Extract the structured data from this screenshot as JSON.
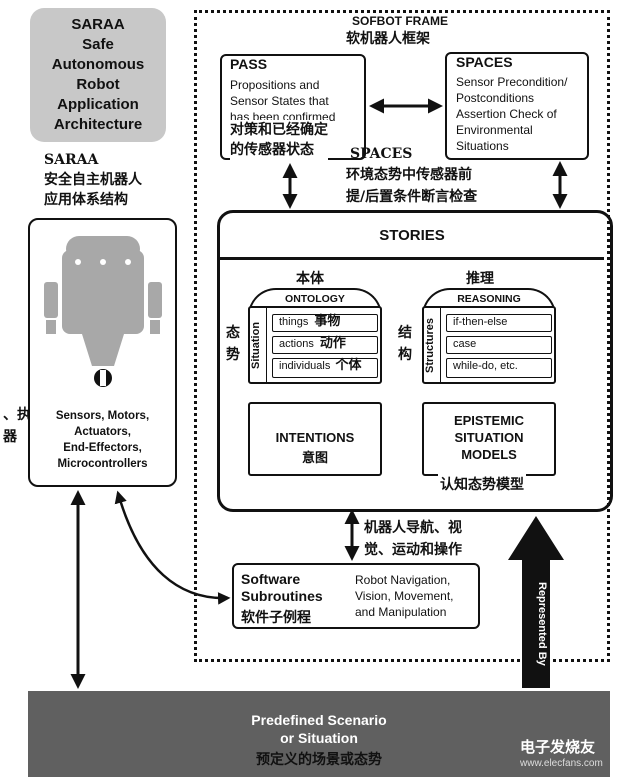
{
  "saraa": {
    "title_lines": [
      "SARAA",
      "Safe",
      "Autonomous",
      "Robot",
      "Application",
      "Architecture"
    ],
    "cn_lines": [
      "SARAA",
      "安全自主机器人",
      "应用体系结构"
    ]
  },
  "robot": {
    "label_lines": [
      "Sensors, Motors,",
      "Actuators,",
      "End-Effectors,",
      "Microcontrollers"
    ],
    "side_text_lines": [
      "、执",
      "器"
    ]
  },
  "sofbot": {
    "title": "SOFBOT FRAME",
    "title_cn": "软机器人框架"
  },
  "pass": {
    "title": "PASS",
    "desc_lines": [
      "Propositions and",
      "Sensor States that",
      "has been confirmed"
    ],
    "cn_lines": [
      "对策和已经确定",
      "的传感器状态"
    ]
  },
  "spaces": {
    "title": "SPACES",
    "desc_lines": [
      "Sensor Precondition/",
      "Postconditions",
      "Assertion Check of",
      "Environmental",
      "Situations"
    ],
    "cn_label": "SPACES",
    "cn_lines": [
      "环境态势中传感器前",
      "提/后置条件断言检查"
    ]
  },
  "stories": {
    "title": "STORIES",
    "ontology": {
      "cn_title": "本体",
      "header": "ONTOLOGY",
      "side_label": "Situation",
      "side_cn_lines": [
        "态",
        "势"
      ],
      "rows": [
        {
          "en": "things",
          "cn": "事物"
        },
        {
          "en": "actions",
          "cn": "动作"
        },
        {
          "en": "individuals",
          "cn": "个体"
        }
      ]
    },
    "reasoning": {
      "cn_title": "推理",
      "header": "REASONING",
      "side_label": "Structures",
      "side_cn_lines": [
        "结",
        "构"
      ],
      "rows": [
        "if-then-else",
        "case",
        "while-do, etc."
      ]
    },
    "intentions": {
      "title": "INTENTIONS",
      "cn": "意图"
    },
    "epistemic": {
      "title_lines": [
        "EPISTEMIC",
        "SITUATION",
        "MODELS"
      ],
      "cn": "认知态势模型"
    }
  },
  "nav_cn_lines": [
    "机器人导航、视",
    "觉、运动和操作"
  ],
  "software": {
    "title_lines": [
      "Software",
      "Subroutines"
    ],
    "cn": "软件子例程",
    "desc_lines": [
      "Robot Navigation,",
      "Vision, Movement,",
      "and Manipulation"
    ]
  },
  "represented_by": "Represented By",
  "scenario": {
    "title_lines": [
      "Predefined Scenario",
      "or Situation"
    ],
    "cn": "预定义的场景或态势"
  },
  "watermark": {
    "brand": "电子发烧友",
    "url": "www.elecfans.com"
  },
  "colors": {
    "title_box": "#c8c8c8",
    "scenario_bar": "#606060",
    "robot_gray": "#a8a8a8",
    "arrow": "#111111"
  }
}
